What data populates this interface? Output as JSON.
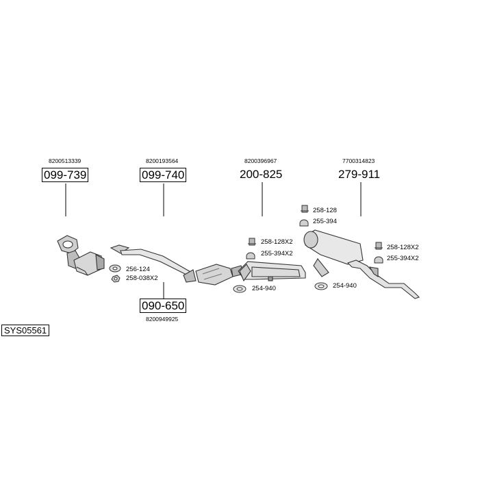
{
  "system_code": "SYS05561",
  "parts": [
    {
      "id": "catalyst-front",
      "part_number": "099-739",
      "oe_number": "8200513339",
      "boxed": true
    },
    {
      "id": "front-pipe",
      "part_number": "099-740",
      "oe_number": "8200193564",
      "boxed": true
    },
    {
      "id": "catalyst-under",
      "part_number": "090-650",
      "oe_number": "8200949925",
      "boxed": true
    },
    {
      "id": "middle-silencer",
      "part_number": "200-825",
      "oe_number": "8200396967",
      "boxed": false
    },
    {
      "id": "rear-silencer",
      "part_number": "279-911",
      "oe_number": "7700314823",
      "boxed": false
    }
  ],
  "accessories": [
    {
      "id": "gasket-256-124",
      "code": "256-124",
      "icon": "gasket-icon"
    },
    {
      "id": "nut-258-038",
      "code": "258-038X2",
      "icon": "nut-icon"
    },
    {
      "id": "mount-258-128x2-mid",
      "code": "258-128X2",
      "icon": "rubber-mount-icon"
    },
    {
      "id": "clamp-255-394x2-mid",
      "code": "255-394X2",
      "icon": "clamp-icon"
    },
    {
      "id": "ring-254-940-mid",
      "code": "254-940",
      "icon": "clamp-ring-icon"
    },
    {
      "id": "mount-258-128-rear",
      "code": "258-128",
      "icon": "rubber-mount-icon"
    },
    {
      "id": "clamp-255-394-rear",
      "code": "255-394",
      "icon": "clamp-icon"
    },
    {
      "id": "mount-258-128x2-rear",
      "code": "258-128X2",
      "icon": "rubber-mount-icon"
    },
    {
      "id": "clamp-255-394x2-rear",
      "code": "255-394X2",
      "icon": "clamp-icon"
    },
    {
      "id": "ring-254-940-rear",
      "code": "254-940",
      "icon": "clamp-ring-icon"
    }
  ]
}
